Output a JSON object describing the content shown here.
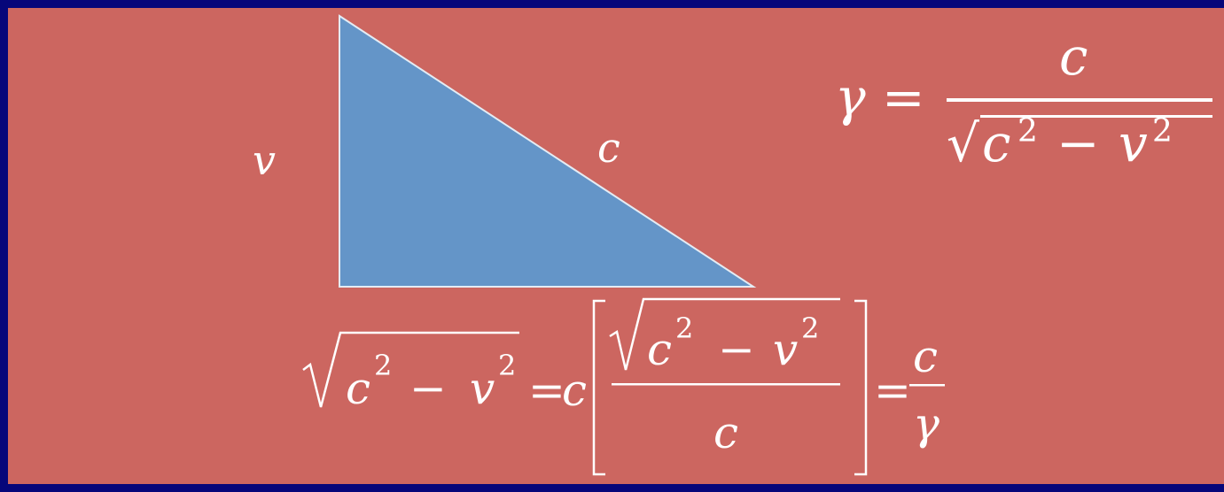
{
  "diagram": {
    "triangle_fill": "#6495c8",
    "background": "#cc6660",
    "border": "#06067a",
    "labels": {
      "vertical_side": "v",
      "hypotenuse": "c"
    }
  },
  "formulas": {
    "gamma": {
      "lhs": "γ",
      "equals": "=",
      "numerator": "c",
      "denominator_radical": "√",
      "denominator_c": "c",
      "denominator_exp1": "2",
      "denominator_minus": "−",
      "denominator_v": "v",
      "denominator_exp2": "2"
    },
    "identity": {
      "lhs_c": "c",
      "lhs_exp1": "2",
      "lhs_minus": "−",
      "lhs_v": "v",
      "lhs_exp2": "2",
      "equals1": "=",
      "factor_c": "c",
      "inner_num_c": "c",
      "inner_num_exp1": "2",
      "inner_num_minus": "−",
      "inner_num_v": "v",
      "inner_num_exp2": "2",
      "inner_den_c": "c",
      "equals2": "=",
      "rhs_num": "c",
      "rhs_den": "γ"
    }
  }
}
